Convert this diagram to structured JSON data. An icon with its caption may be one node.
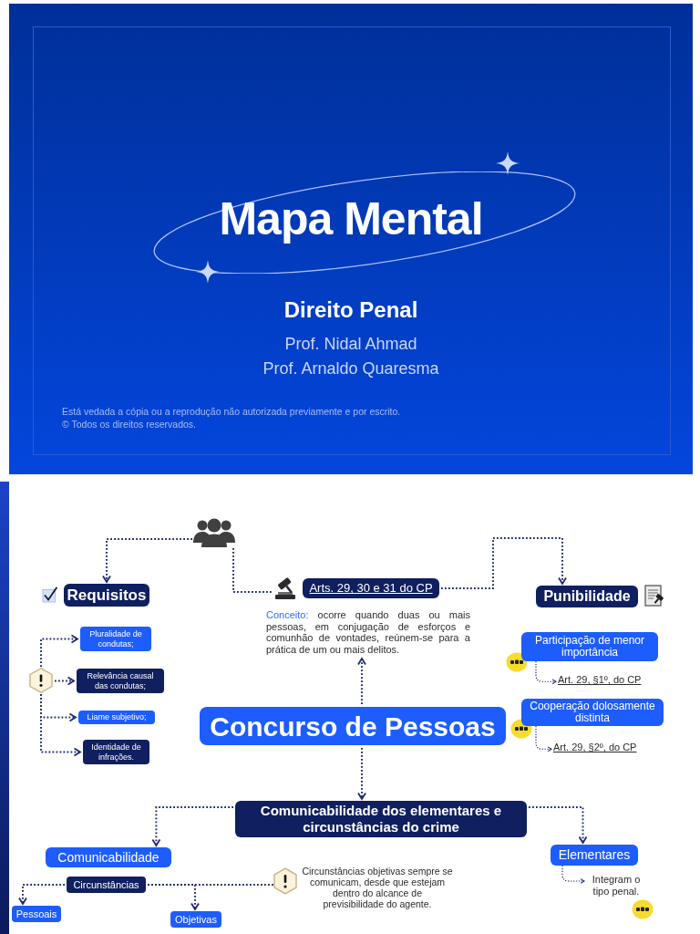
{
  "diagram": {
    "title": "Mapa Mental",
    "nodes": [
      {
        "text": [],
        "shape": "person"
      },
      {
        "text": [
          "Requisitos"
        ]
      },
      {
        "text": [
          "Arts. 29, 30 e 31 do CP"
        ]
      },
      {
        "text": [
          "Punibilidade"
        ]
      },
      {
        "text": [
          "Conceito:",
          "ocorre quando duas ou mais pessoas, em conjugação de esforços e comunhão de vontades, reúnem-se para a prática de um ou mais delitos."
        ]
      },
      {
        "text": [
          "Concurso de Pessoas"
        ]
      },
      {
        "text": [],
        "shape": "hexagon"
      },
      {
        "text": [
          "Pluralidade de condutas;"
        ]
      },
      {
        "text": [
          "Relevância causal das condutas;"
        ]
      },
      {
        "text": [
          "Liame subjetivo;"
        ]
      },
      {
        "text": [
          "Identidade de infrações."
        ]
      },
      {
        "text": [
          "Participação de menor importância"
        ]
      },
      {
        "text": [
          "Art. 29, §1º, do CP"
        ]
      },
      {
        "text": [
          "Cooperação dolosamente distinta"
        ]
      },
      {
        "text": [
          "Art. 29, §2º, do CP"
        ]
      },
      {
        "text": [
          "Comunicabilidade dos elementares e circunstâncias do crime"
        ]
      },
      {
        "text": [
          "Comunicabilidade"
        ]
      },
      {
        "text": [
          "Circunstâncias"
        ]
      },
      {
        "text": [],
        "shape": "hexagon",
        "beside": [
          "Circunstâncias objetivas sempre se comunicam, desde que estejam dentro do alcance de previsibilidade do agente."
        ]
      },
      {
        "text": [
          "Pessoais"
        ]
      },
      {
        "text": [
          "Objetivas"
        ]
      },
      {
        "text": [
          "Elementares"
        ]
      },
      {
        "text": [
          "Integram o tipo penal."
        ]
      }
    ],
    "edges": [
      {
        "from": 0,
        "to": 1,
        "arrow": "to"
      },
      {
        "from": 0,
        "to": 2,
        "arrow": "none"
      },
      {
        "from": 2,
        "to": 3,
        "arrow": "to"
      },
      {
        "from": 5,
        "to": 4,
        "arrow": "to"
      },
      {
        "from": 5,
        "to": 15,
        "arrow": "to"
      },
      {
        "from": 6,
        "to": 7,
        "arrow": "to"
      },
      {
        "from": 6,
        "to": 8,
        "arrow": "to"
      },
      {
        "from": 6,
        "to": 9,
        "arrow": "to"
      },
      {
        "from": 6,
        "to": 10,
        "arrow": "to"
      },
      {
        "from": 11,
        "to": 12,
        "arrow": "to"
      },
      {
        "from": 13,
        "to": 14,
        "arrow": "to"
      },
      {
        "from": 15,
        "to": 16,
        "arrow": "to"
      },
      {
        "from": 15,
        "to": 21,
        "arrow": "to"
      },
      {
        "from": 17,
        "to": 19,
        "arrow": "to"
      },
      {
        "from": 17,
        "to": 20,
        "arrow": "to"
      },
      {
        "from": 17,
        "to": 18,
        "arrow": "none"
      },
      {
        "from": 21,
        "to": 22,
        "arrow": "to"
      }
    ],
    "labels": [
      "Direito Penal",
      "Prof. Nidal Ahmad",
      "Prof. Arnaldo Quaresma",
      "Está vedada a cópia ou a reprodução não autorizada previamente e por escrito.",
      "© Todos os direitos reservados."
    ]
  }
}
